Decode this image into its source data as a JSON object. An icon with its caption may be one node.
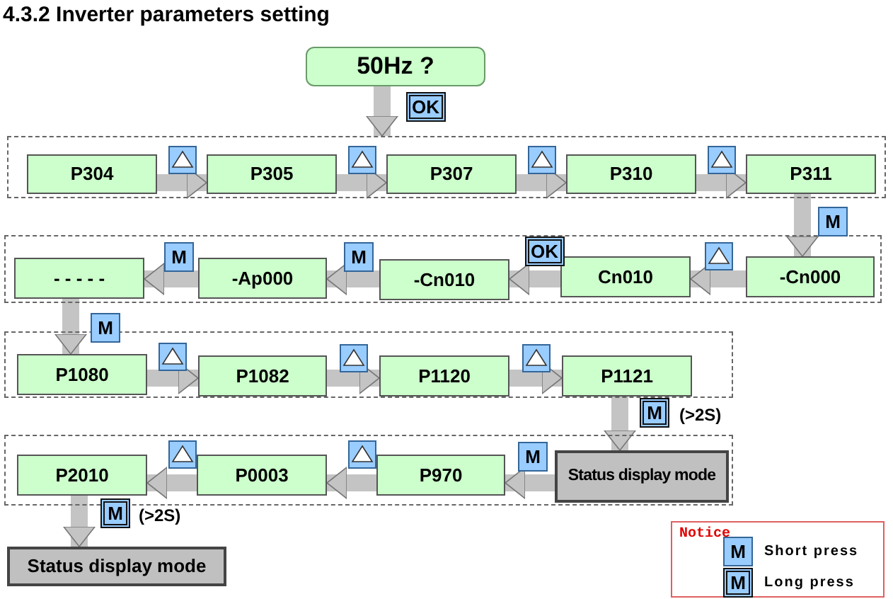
{
  "diagram": {
    "title": "4.3.2 Inverter parameters setting",
    "nodes": [
      {
        "text": [
          "50Hz ?"
        ]
      },
      {
        "text": [],
        "shape": "box"
      },
      {
        "text": [
          "P304"
        ],
        "in": 1
      },
      {
        "text": [
          "P305"
        ],
        "in": 1
      },
      {
        "text": [
          "P307"
        ],
        "in": 1
      },
      {
        "text": [
          "P310"
        ],
        "in": 1
      },
      {
        "text": [
          "P311"
        ],
        "in": 1
      },
      {
        "text": [],
        "shape": "box"
      },
      {
        "text": [
          "- - - - -"
        ],
        "in": 7
      },
      {
        "text": [
          "-Ap000"
        ],
        "in": 7
      },
      {
        "text": [
          "-Cn010"
        ],
        "in": 7
      },
      {
        "text": [
          "Cn010"
        ],
        "in": 7
      },
      {
        "text": [
          "-Cn000"
        ],
        "in": 7
      },
      {
        "text": [],
        "shape": "box"
      },
      {
        "text": [
          "P1080"
        ],
        "in": 13
      },
      {
        "text": [
          "P1082"
        ],
        "in": 13
      },
      {
        "text": [
          "P1120"
        ],
        "in": 13
      },
      {
        "text": [
          "P1121"
        ],
        "in": 13
      },
      {
        "text": [],
        "shape": "box"
      },
      {
        "text": [
          "P2010"
        ],
        "in": 18
      },
      {
        "text": [
          "P0003"
        ],
        "in": 18
      },
      {
        "text": [
          "P970"
        ],
        "in": 18
      },
      {
        "text": [
          "Status display mode"
        ],
        "in": 18
      },
      {
        "text": [
          "Status display mode"
        ]
      }
    ],
    "edges": [
      {
        "from": 0,
        "to": 1,
        "arrow": "to",
        "label": "OK"
      },
      {
        "from": 2,
        "to": 3,
        "arrow": "to"
      },
      {
        "from": 3,
        "to": 4,
        "arrow": "to"
      },
      {
        "from": 4,
        "to": 5,
        "arrow": "to"
      },
      {
        "from": 5,
        "to": 6,
        "arrow": "to"
      },
      {
        "from": 6,
        "to": 12,
        "arrow": "to",
        "label": "M"
      },
      {
        "from": 12,
        "to": 11,
        "arrow": "to"
      },
      {
        "from": 11,
        "to": 10,
        "arrow": "to",
        "label": "OK"
      },
      {
        "from": 10,
        "to": 9,
        "arrow": "to",
        "label": "M"
      },
      {
        "from": 9,
        "to": 8,
        "arrow": "to",
        "label": "M"
      },
      {
        "from": 8,
        "to": 14,
        "arrow": "to",
        "label": "M"
      },
      {
        "from": 14,
        "to": 15,
        "arrow": "to"
      },
      {
        "from": 15,
        "to": 16,
        "arrow": "to"
      },
      {
        "from": 16,
        "to": 17,
        "arrow": "to"
      },
      {
        "from": 17,
        "to": 22,
        "arrow": "to",
        "label": "M"
      },
      {
        "from": 22,
        "to": 21,
        "arrow": "to",
        "label": "M"
      },
      {
        "from": 21,
        "to": 20,
        "arrow": "to"
      },
      {
        "from": 20,
        "to": 19,
        "arrow": "to"
      },
      {
        "from": 19,
        "to": 23,
        "arrow": "to",
        "label": "M"
      }
    ],
    "labels": [
      "(>2S)",
      "(>2S)",
      "Notice",
      "M",
      "M"
    ],
    "legend": [
      {
        "text": "Short press"
      },
      {
        "text": "Long press"
      }
    ]
  }
}
